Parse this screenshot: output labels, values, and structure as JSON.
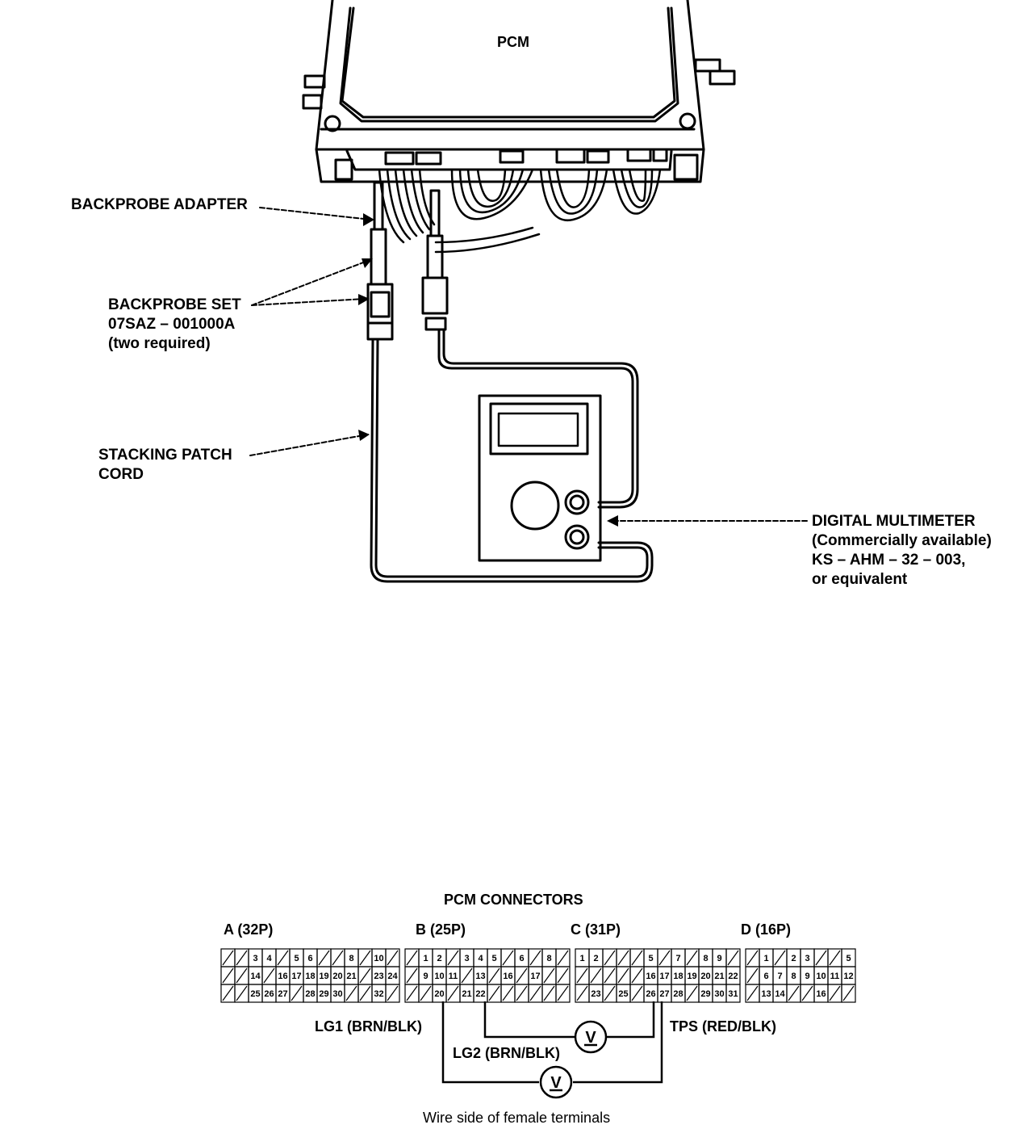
{
  "top_diagram": {
    "pcm_label": "PCM",
    "backprobe_adapter": "BACKPROBE ADAPTER",
    "backprobe_set_lines": [
      "BACKPROBE SET",
      "07SAZ – 001000A",
      "(two required)"
    ],
    "stacking_cord_lines": [
      "STACKING PATCH",
      "CORD"
    ],
    "multimeter_lines": [
      "DIGITAL MULTIMETER",
      "(Commercially available)",
      "KS – AHM – 32 – 003,",
      "or equivalent"
    ]
  },
  "connectors": {
    "title": "PCM CONNECTORS",
    "headers": [
      "A (32P)",
      "B (25P)",
      "C (31P)",
      "D (16P)"
    ],
    "lg1": "LG1 (BRN/BLK)",
    "lg2": "LG2 (BRN/BLK)",
    "tps": "TPS (RED/BLK)",
    "meter_symbol": "V",
    "footer": "Wire side of female terminals",
    "rows": [
      [
        "",
        "",
        "3",
        "4",
        "",
        "5",
        "6",
        "",
        "",
        "8",
        "",
        "10",
        "",
        "",
        "1",
        "2",
        "",
        "3",
        "4",
        "5",
        "",
        "6",
        "",
        "8",
        "",
        "1",
        "2",
        "",
        "",
        "",
        "5",
        "",
        "7",
        "",
        "8",
        "9",
        "",
        "",
        "1",
        "",
        "2",
        "3",
        "",
        "",
        "5"
      ],
      [
        "",
        "",
        "14",
        "",
        "16",
        "17",
        "18",
        "19",
        "20",
        "21",
        "",
        "23",
        "24",
        "",
        "9",
        "10",
        "11",
        "",
        "13",
        "",
        "16",
        "",
        "17",
        "",
        "",
        "",
        "",
        "",
        "",
        "",
        "16",
        "17",
        "18",
        "19",
        "20",
        "21",
        "22",
        "",
        "6",
        "7",
        "8",
        "9",
        "10",
        "11",
        "12"
      ],
      [
        "",
        "",
        "25",
        "26",
        "27",
        "",
        "28",
        "29",
        "30",
        "",
        "",
        "32",
        "",
        "",
        "",
        "20",
        "",
        "21",
        "22",
        "",
        "",
        "",
        "",
        "",
        "",
        "",
        "23",
        "",
        "25",
        "",
        "26",
        "27",
        "28",
        "",
        "29",
        "30",
        "31",
        "",
        "13",
        "14",
        "",
        "",
        "16",
        "",
        ""
      ]
    ]
  }
}
